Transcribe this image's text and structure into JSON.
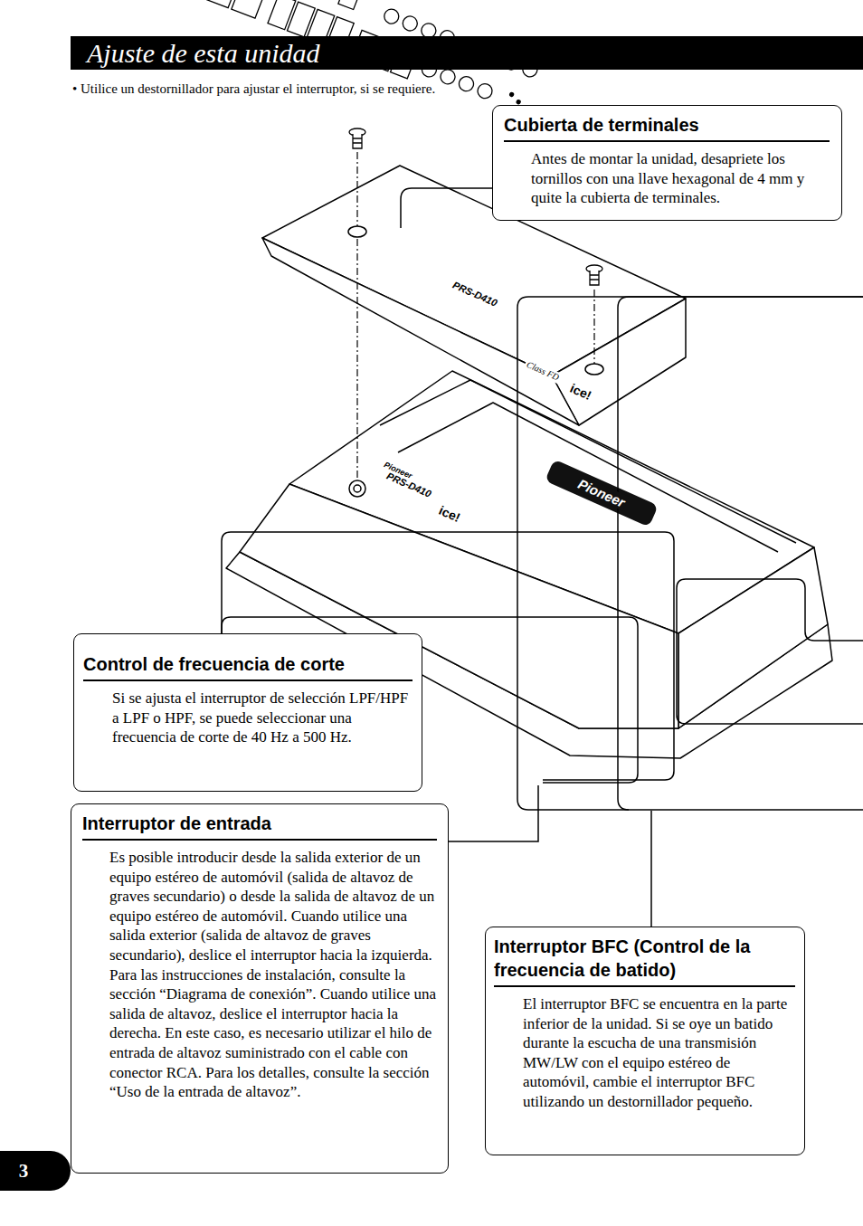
{
  "diagram": {
    "title": "Ajuste de esta unidad",
    "nodes": [
      {
        "text": [
          "Cubierta de terminales",
          "Antes de montar la unidad, desapriete los tornillos con una llave hexagonal de 4 mm y quite la cubierta de terminales."
        ]
      },
      {
        "text": [
          "Control de frecuencia de corte",
          "Si se ajusta el interruptor de selección LPF/HPF a LPF o HPF, se puede seleccionar una frecuencia de corte de 40 Hz a 500 Hz."
        ]
      },
      {
        "text": [
          "Interruptor de entrada",
          "Es posible introducir desde la salida exterior de un equipo estéreo de automóvil (salida de altavoz de graves secundario) o desde la salida de altavoz de un equipo estéreo de automóvil. Cuando utilice una salida exterior (salida de altavoz de graves secundario), deslice el interruptor hacia la izquierda. Para las instrucciones de instalación, consulte la sección “Diagrama de conexión”. Cuando utilice una salida de altavoz, deslice el interruptor hacia la derecha. En este caso, es necesario utilizar el hilo de entrada de altavoz suministrado con el cable con conector RCA. Para los detalles, consulte la sección “Uso de la entrada de altavoz”."
        ]
      },
      {
        "text": [
          "Interruptor BFC (Control de la frecuencia de batido)",
          "El interruptor BFC se encuentra en la parte inferior de la unidad. Si se oye un batido durante la escucha de una transmisión MW/LW con el equipo estéreo de automóvil, cambie el interruptor BFC utilizando un destornillador pequeño."
        ]
      }
    ],
    "labels": [
      "• Utilice un destornillador para ajustar el interruptor, si se requiere.",
      "PRS-D410",
      "Class FD",
      "ice!",
      "Pioneer",
      "PRS-D410",
      "ice!",
      "Pioneer",
      "3"
    ]
  }
}
